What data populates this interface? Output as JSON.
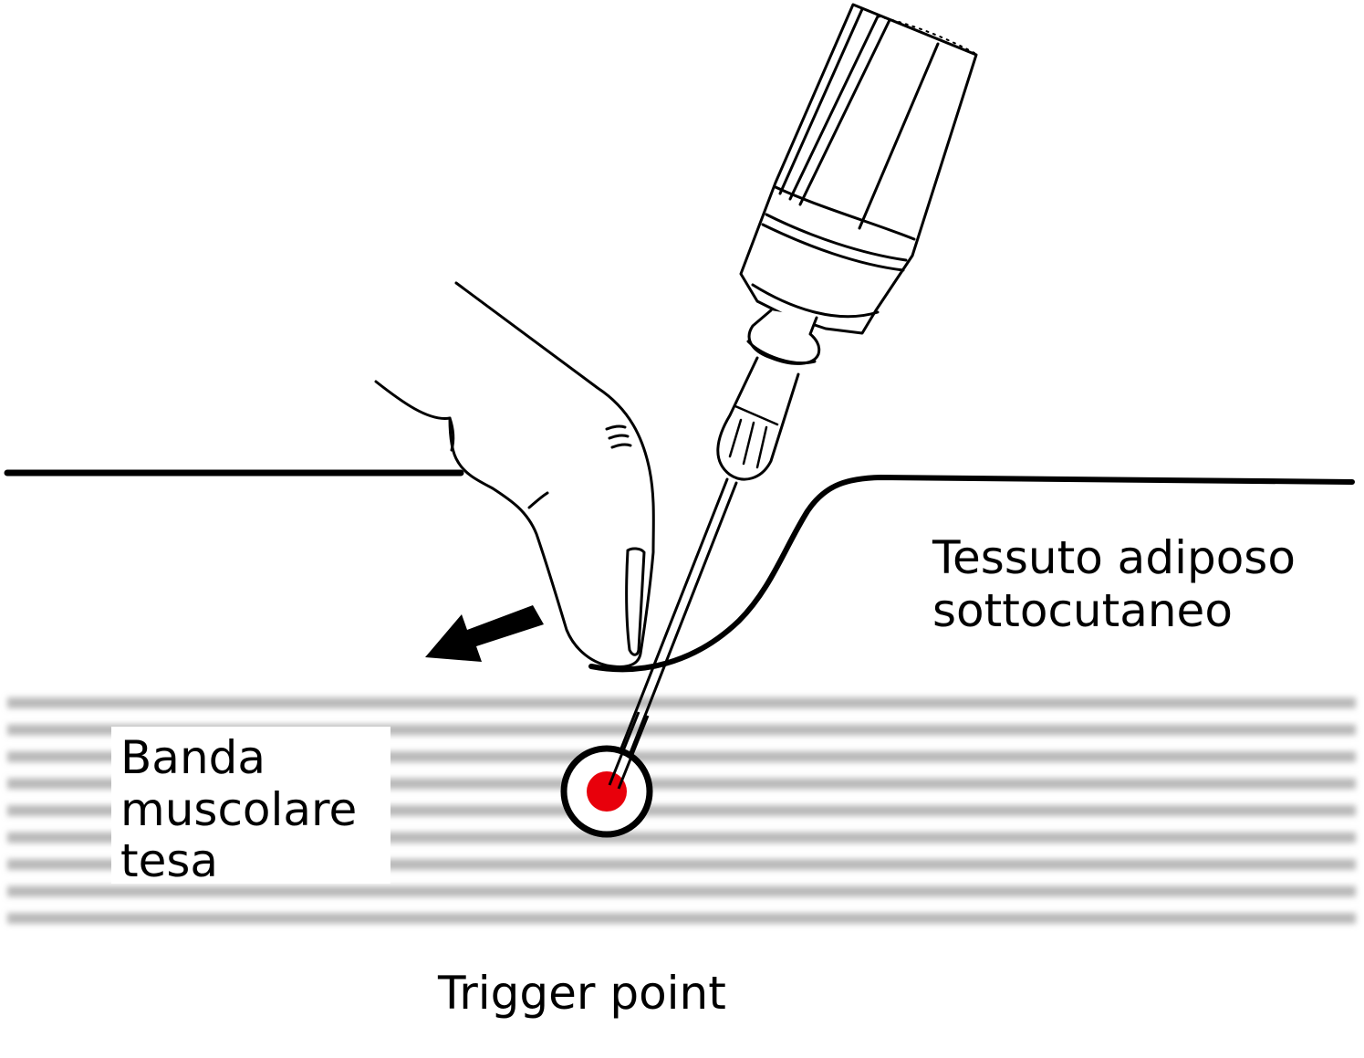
{
  "labels": {
    "fat_line1": "Tessuto adiposo",
    "fat_line2": "sottocutaneo",
    "band_line1": "Banda",
    "band_line2": "muscolare",
    "band_line3": "tesa",
    "trigger": "Trigger point"
  },
  "colors": {
    "ink": "#000000",
    "trigger_core": "#e8000b",
    "muscle_fiber": "#b9b9b9",
    "background": "#ffffff"
  },
  "icons": {
    "arrow": "arrow-left-down-icon",
    "syringe": "syringe-icon",
    "finger": "finger-icon"
  }
}
